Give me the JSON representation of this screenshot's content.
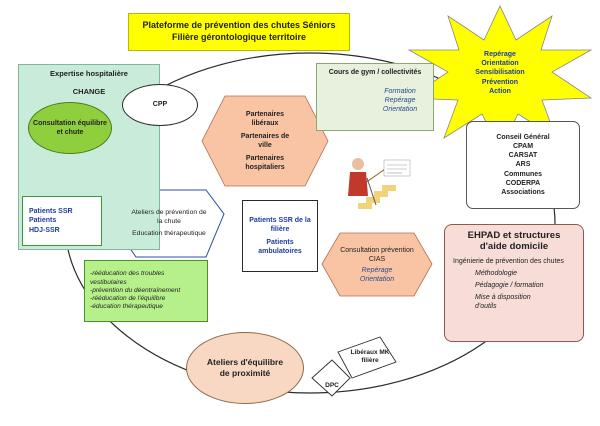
{
  "title": {
    "line1": "Plateforme de prévention des chutes Séniors",
    "line2": "Filière gérontologique territoire"
  },
  "star": {
    "items": [
      "Repérage",
      "Orientation",
      "Sensibilisation",
      "Prévention",
      "Action"
    ]
  },
  "expertise": {
    "title": "Expertise hospitalière",
    "subtitle": "CHANGE"
  },
  "cpp": {
    "label": "CPP"
  },
  "consultation_equilibre": {
    "label": "Consultation équilibre et chute"
  },
  "partenaires": {
    "line1": "Partenaires libéraux",
    "line2": "Partenaires de ville",
    "line3": "Partenaires hospitaliers"
  },
  "gym": {
    "title": "Cours de gym / collectivités",
    "items": [
      "Formation",
      "Repérage",
      "Orientation"
    ]
  },
  "conseil": {
    "items": [
      "Conseil Général",
      "CPAM",
      "CARSAT",
      "ARS",
      "Communes",
      "CODERPA",
      "Associations"
    ]
  },
  "ateliers_prevention": {
    "line1": "Ateliers de prévention de la chute",
    "line2": "Education thérapeutique"
  },
  "patients_ssr_hdj": {
    "items": [
      "Patients SSR",
      "Patients",
      "HDJ-SSR"
    ]
  },
  "patients_filiere": {
    "items": [
      "Patients SSR de la filière",
      "Patients ambulatoires"
    ]
  },
  "consultation_cias": {
    "title": "Consultation prévention CIAS",
    "items": [
      "Repérage",
      "Orientation"
    ]
  },
  "ehpad": {
    "title": "EHPAD et structures d'aide domicile",
    "subtitle": "Ingénierie de prévention des chutes",
    "items": [
      "Méthodologie",
      "Pédagogie / formation",
      "Mise à disposition d'outils"
    ]
  },
  "reeducation": {
    "items": [
      "-rééducation des troubles vestibulaires",
      "-prévention du déentraînement",
      "-rééducation de l'équilibre",
      "-éducation thérapeutique"
    ]
  },
  "ateliers_equilibre": {
    "label": "Ateliers d'équilibre de proximité"
  },
  "liberaux_mk": {
    "label": "Libéraux MK filière"
  },
  "dpc": {
    "label": "DPC"
  },
  "colors": {
    "title_bg": "#ffff00",
    "star_fill": "#ffff00",
    "expertise_bg": "#c8ecd9",
    "green_ellipse": "#8fcf3e",
    "hexagon_fill": "#f9c4a4",
    "gym_bg": "#e8f1de",
    "ehpad_bg": "#f7dcd7",
    "reeducation_bg": "#b6f08a",
    "atelier_equilibre": "#f9d8c3",
    "text_blue": "#1f3c9c"
  }
}
